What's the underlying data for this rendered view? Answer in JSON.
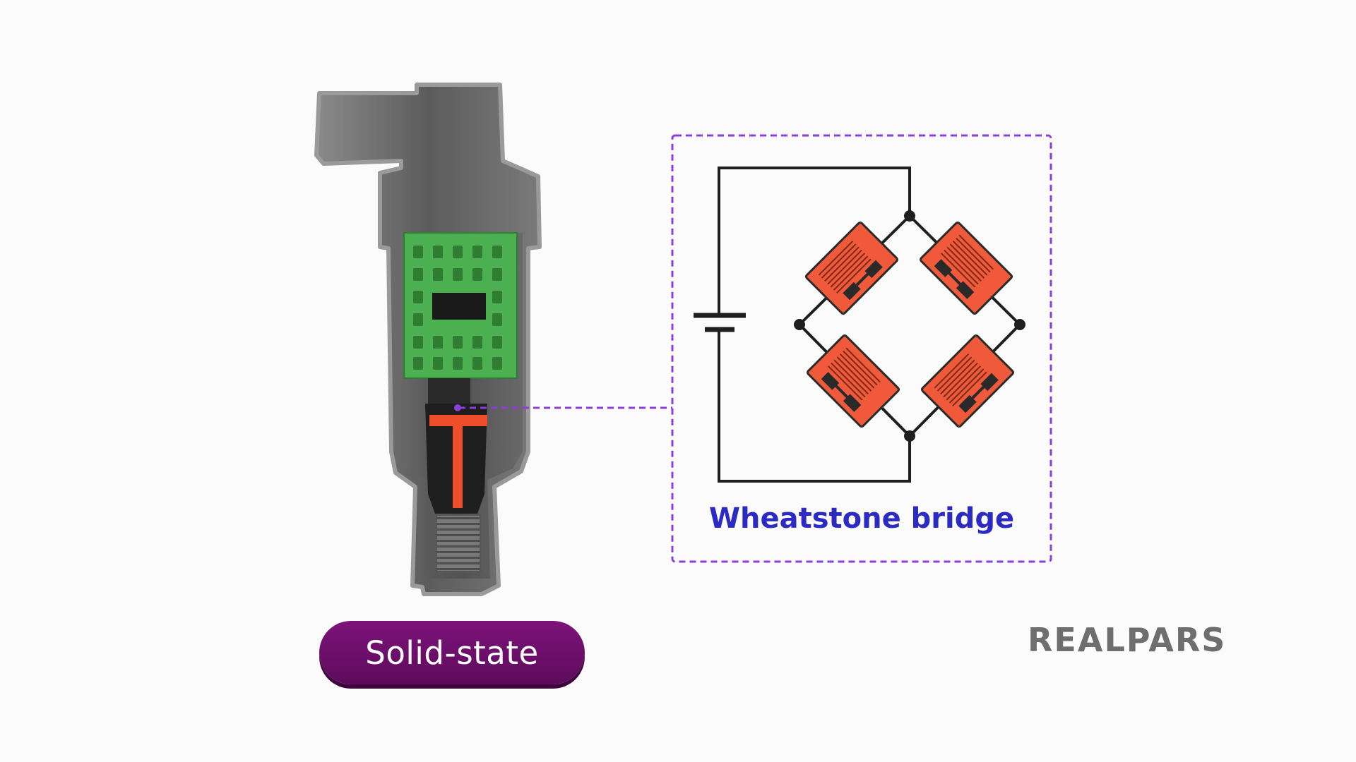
{
  "sensor": {
    "label": "Solid-state"
  },
  "bridge": {
    "title": "Wheatstone bridge"
  },
  "brand": {
    "logo_text": "REALPARS"
  },
  "colors": {
    "housing": "#7a7a7a",
    "pcb": "#4caf50",
    "diaphragm": "#f04e2b",
    "strain_gauge": "#f05a3a",
    "dashed_outline": "#8b3fd6",
    "title": "#2b2bc4",
    "pill": "#6d0f6a",
    "logo": "#6e6e6e"
  },
  "icons": [
    "battery-icon",
    "strain-gauge-icon"
  ]
}
